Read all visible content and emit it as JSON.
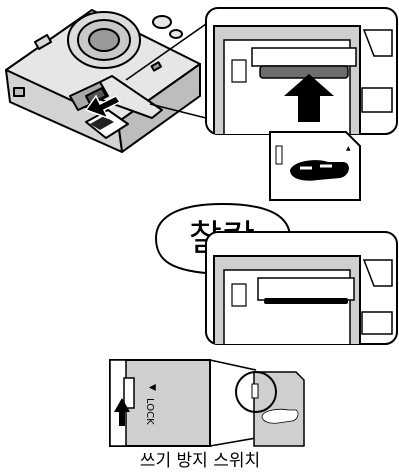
{
  "speech_bubble": {
    "text": "찰칵"
  },
  "card_side": {
    "lock_label": "LOCK"
  },
  "caption": {
    "text": "쓰기 방지 스위치"
  },
  "colors": {
    "line": "#000000",
    "panel_fill": "#ffffff",
    "camera_body": "#e6e6e6",
    "slot_gray": "#cfcfcf",
    "dark_gray": "#6d6d6d"
  },
  "icons": [
    "camera-icon",
    "sd-card-icon",
    "insert-arrow-icon",
    "lock-switch-arrow-icon"
  ]
}
